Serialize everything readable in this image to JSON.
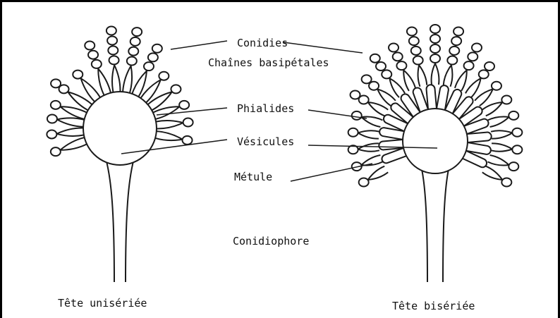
{
  "labels": {
    "conidies": "Conidies",
    "chaines": "Chaînes basipétales",
    "phialides": "Phialides",
    "vesicules": "Vésicules",
    "metule": "Métule",
    "conidiophore": "Conidiophore",
    "tete_uniseriee": "Tête unisériée",
    "tete_biseriee": "Tête bisériée"
  },
  "colors": {
    "line": "#1a1a1a",
    "background": "#ffffff"
  }
}
